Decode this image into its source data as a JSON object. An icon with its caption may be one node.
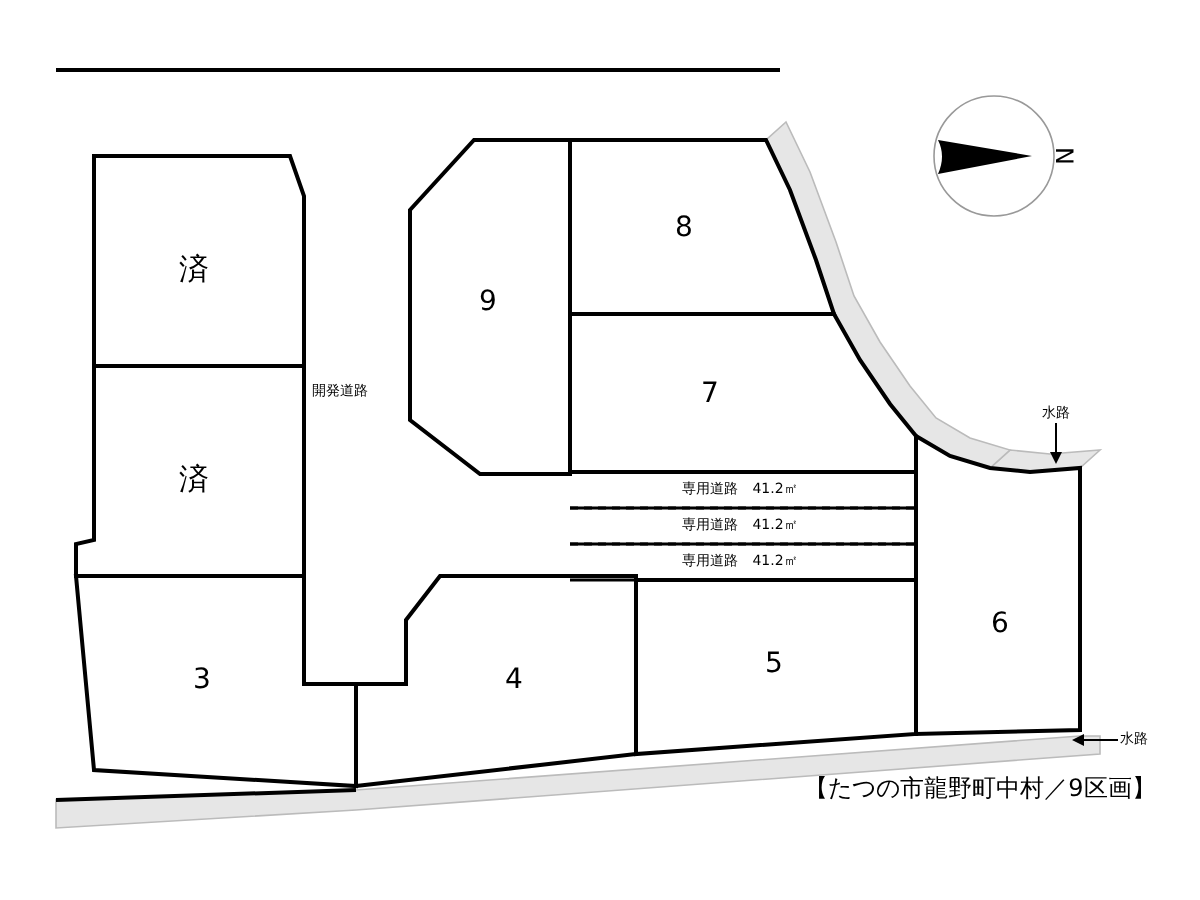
{
  "diagram": {
    "caption": "【たつの市龍野町中村／9区画】",
    "nodes": [
      {
        "text": [
          "済"
        ]
      },
      {
        "text": [
          "済"
        ]
      },
      {
        "text": [
          "9"
        ]
      },
      {
        "text": [
          "8"
        ]
      },
      {
        "text": [
          "7"
        ]
      },
      {
        "text": [
          "専用道路　41.2㎡"
        ]
      },
      {
        "text": [
          "専用道路　41.2㎡"
        ]
      },
      {
        "text": [
          "専用道路　41.2㎡"
        ]
      },
      {
        "text": [
          "3"
        ]
      },
      {
        "text": [
          "4"
        ]
      },
      {
        "text": [
          "5"
        ]
      },
      {
        "text": [
          "6"
        ]
      },
      {
        "text": [
          "水路"
        ]
      },
      {
        "text": [
          "水路"
        ]
      },
      {
        "text": [],
        "shape": "band"
      },
      {
        "text": [],
        "shape": "band"
      },
      {
        "text": [],
        "shape": "band"
      }
    ],
    "edges": [
      {
        "from": 12,
        "to": 14,
        "arrow": "to"
      },
      {
        "from": 13,
        "to": 15,
        "arrow": "to"
      }
    ],
    "labels": [
      "開発道路",
      "N"
    ]
  }
}
